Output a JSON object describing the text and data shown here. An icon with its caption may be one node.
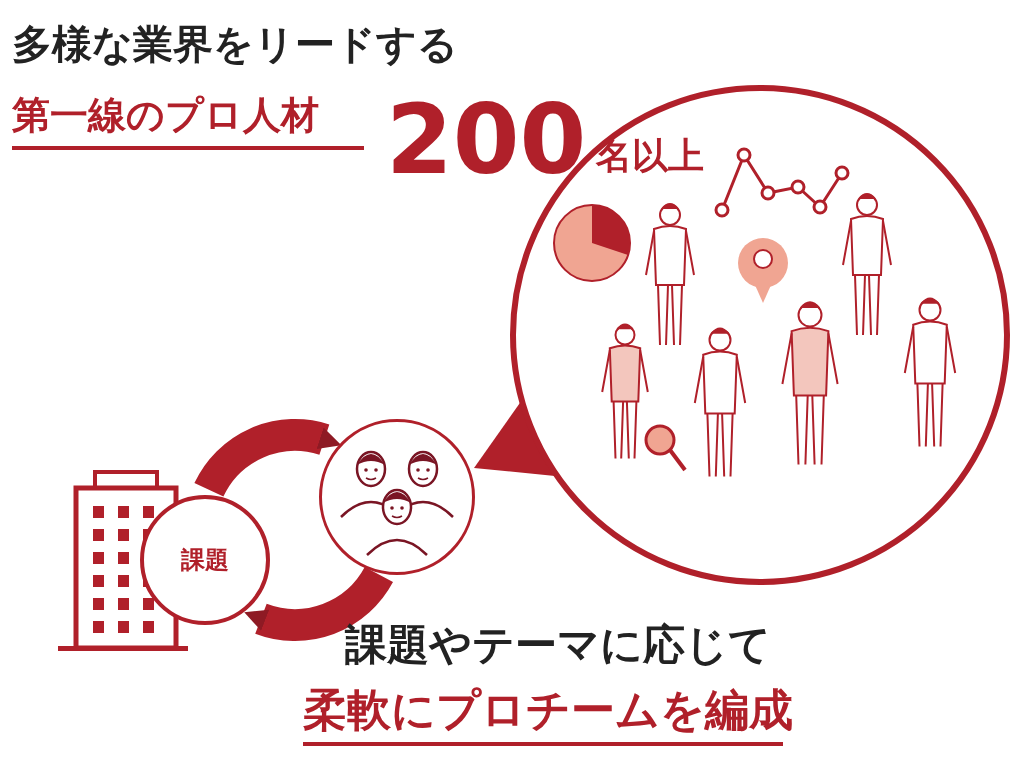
{
  "diagram": {
    "title": "多様な業界をリードする",
    "nodes": [
      {
        "text": [],
        "shape": "picture"
      },
      {
        "text": [
          "課題"
        ]
      },
      {
        "text": [],
        "shape": "picture"
      }
    ],
    "edges": [
      {
        "from": 1,
        "to": 2,
        "arrow": "to"
      },
      {
        "from": 2,
        "to": 1,
        "arrow": "to"
      }
    ],
    "labels": [
      "第一線のプロ人材",
      "200",
      "名以上",
      "課題やテーマに応じて",
      "柔軟にプロチームを編成"
    ]
  }
}
